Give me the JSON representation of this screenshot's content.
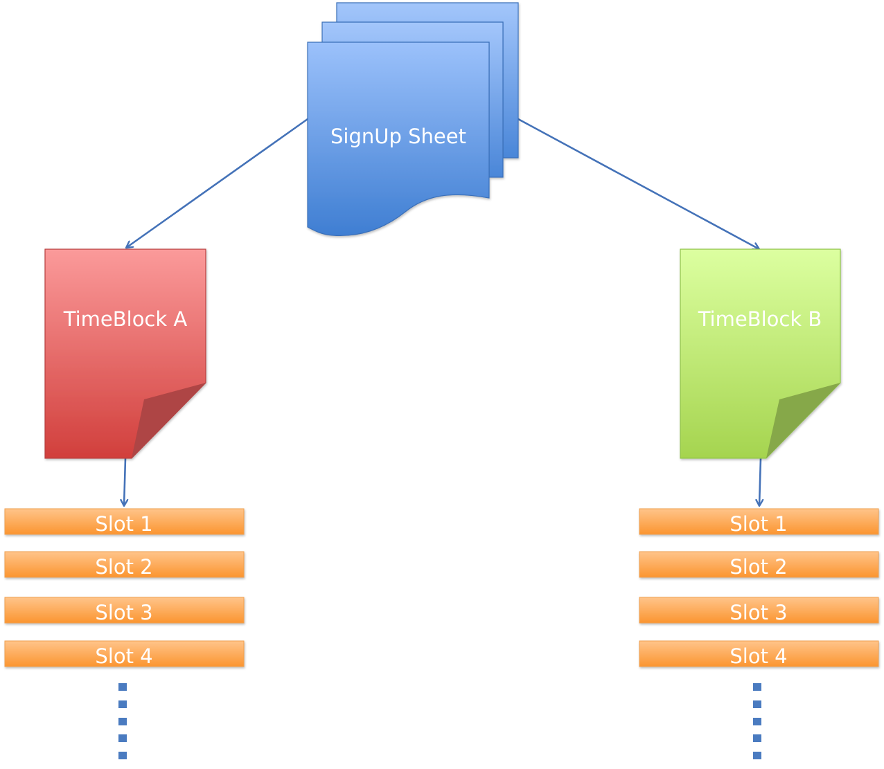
{
  "signup": {
    "label": "SignUp Sheet"
  },
  "timeblocks": [
    {
      "label": "TimeBlock A",
      "slots": [
        "Slot 1",
        "Slot 2",
        "Slot 3",
        "Slot 4"
      ]
    },
    {
      "label": "TimeBlock B",
      "slots": [
        "Slot 1",
        "Slot 2",
        "Slot 3",
        "Slot 4"
      ]
    }
  ],
  "colors": {
    "signup_top": "#9bc1fb",
    "signup_bottom": "#3f7ed2",
    "signup_stroke": "#3a6fb8",
    "timeblock_a_top": "#fb9a9a",
    "timeblock_a_bottom": "#d13f3c",
    "timeblock_a_stroke": "#b84040",
    "timeblock_b_top": "#dcffa0",
    "timeblock_b_bottom": "#a5d44f",
    "timeblock_b_stroke": "#8fc24a",
    "slot_top": "#ffc48a",
    "slot_bottom": "#fb9530",
    "slot_stroke": "#f0a050",
    "arrow": "#4472b8",
    "ellipsis": "#4a7bc0"
  }
}
